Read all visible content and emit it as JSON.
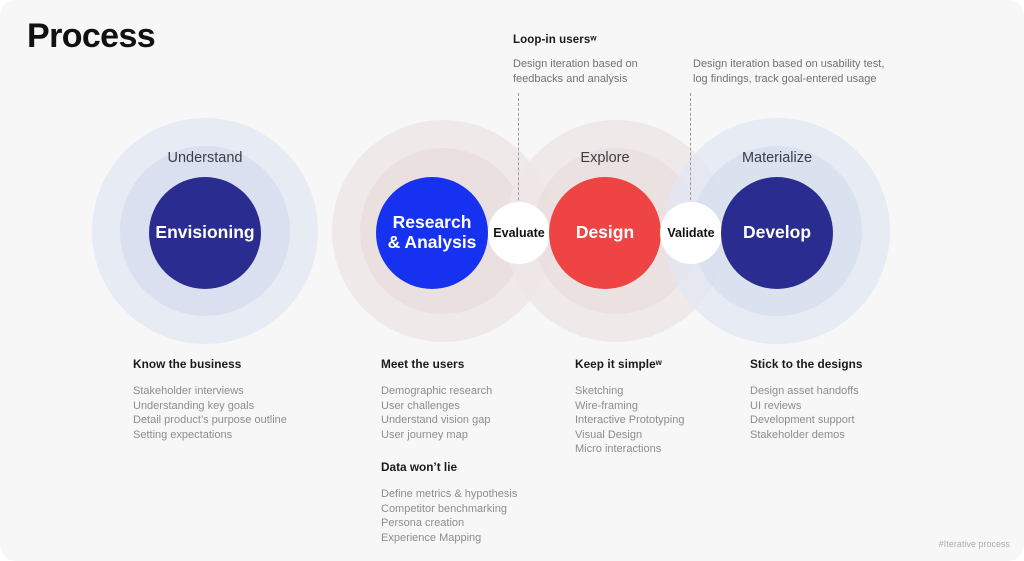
{
  "page": {
    "title": "Process",
    "watermark": "#Iterative process",
    "background_color": "#f7f7f7"
  },
  "callouts": [
    {
      "id": "loop-in-users",
      "title": "Loop-in usersʷ",
      "body": "Design iteration based on\nfeedbacks and analysis"
    },
    {
      "id": "usability-test",
      "title": "",
      "body": "Design iteration based on usability test,\nlog findings, track goal-entered usage"
    }
  ],
  "phases": [
    {
      "id": "understand",
      "label": "Understand",
      "core_label": "Envisioning",
      "core_color": "#2A2D8F",
      "halo_color": "#DCE1EE"
    },
    {
      "id": "research",
      "label": "",
      "core_label": "Research\n& Analysis",
      "core_color": "#1631F0",
      "halo_color": "#F0E6E6"
    },
    {
      "id": "explore",
      "label": "Explore",
      "core_label": "Design",
      "core_color": "#EE4444",
      "halo_color": "#F0E6E6"
    },
    {
      "id": "materialize",
      "label": "Materialize",
      "core_label": "Develop",
      "core_color": "#2A2D8F",
      "halo_color": "#DCE1EE"
    }
  ],
  "gates": [
    {
      "id": "evaluate",
      "label": "Evaluate"
    },
    {
      "id": "validate",
      "label": "Validate"
    }
  ],
  "columns": [
    {
      "id": "know-the-business",
      "heading": "Know the business",
      "items": [
        "Stakeholder interviews",
        "Understanding key goals",
        "Detail product’s purpose outline",
        "Setting expectations"
      ]
    },
    {
      "id": "meet-the-users",
      "heading": "Meet the users",
      "items": [
        "Demographic research",
        "User challenges",
        "Understand vision gap",
        "User journey map"
      ],
      "subheading": "Data won’t lie",
      "sub_items": [
        "Define metrics & hypothesis",
        "Competitor benchmarking",
        "Persona creation",
        "Experience Mapping"
      ]
    },
    {
      "id": "keep-it-simple",
      "heading": "Keep it simpleʷ",
      "items": [
        "Sketching",
        "Wire-framing",
        "Interactive Prototyping",
        "Visual Design",
        "Micro interactions"
      ]
    },
    {
      "id": "stick-to-the-designs",
      "heading": "Stick to the designs",
      "items": [
        "Design asset handoffs",
        "UI reviews",
        "Development support",
        "Stakeholder demos"
      ]
    }
  ]
}
